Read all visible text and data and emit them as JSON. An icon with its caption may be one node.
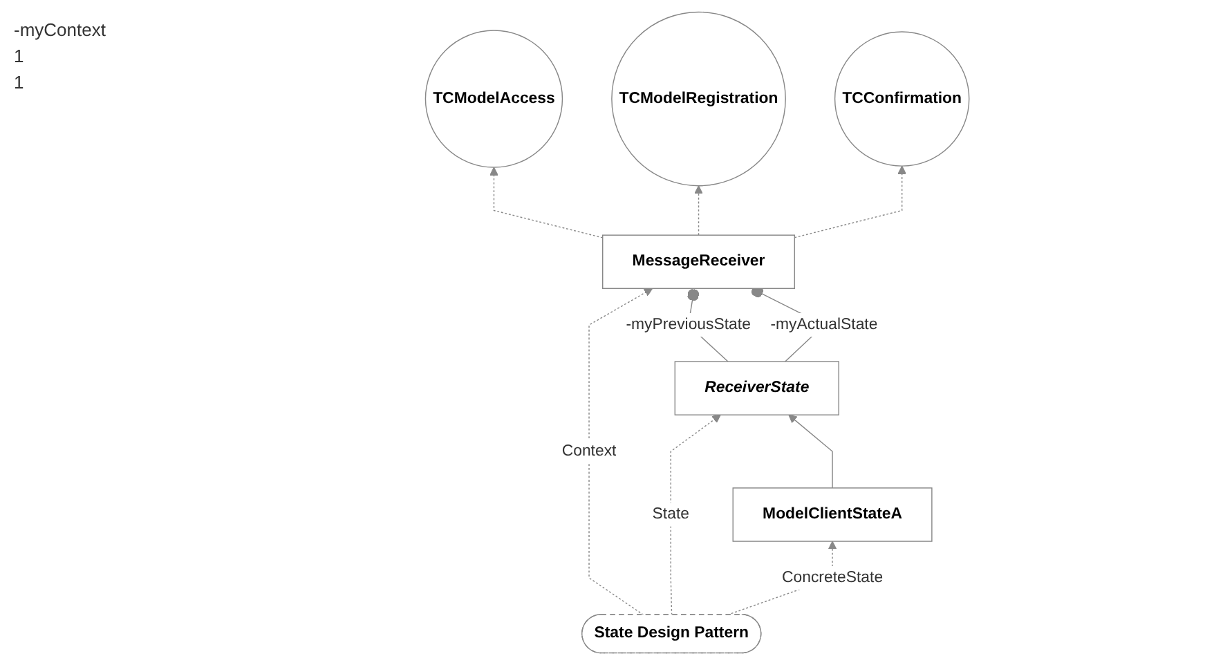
{
  "diagram": {
    "nodes": [
      {
        "text": [
          "TCModelAccess"
        ]
      },
      {
        "text": [
          "TCModelRegistration"
        ]
      },
      {
        "text": [
          "TCConfirmation"
        ]
      },
      {
        "text": [
          "MessageReceiver"
        ]
      },
      {
        "text": [
          "State Design Pattern"
        ]
      },
      {
        "text": [
          "ReceiverState"
        ]
      },
      {
        "text": [
          "ModelClientStateA"
        ]
      }
    ],
    "edges": [
      {
        "from": 3,
        "to": 0,
        "arrow": "to",
        "style": "dashed"
      },
      {
        "from": 3,
        "to": 1,
        "arrow": "to",
        "style": "dashed"
      },
      {
        "from": 3,
        "to": 2,
        "arrow": "to",
        "style": "dashed"
      },
      {
        "from": 4,
        "to": 3,
        "arrow": "to",
        "style": "dashed",
        "label": "Context"
      },
      {
        "from": 4,
        "to": 5,
        "arrow": "to",
        "style": "dashed",
        "label": "State"
      },
      {
        "from": 4,
        "to": 6,
        "arrow": "to",
        "style": "dashed",
        "label": "ConcreteState"
      },
      {
        "from": 3,
        "to": 5,
        "arrow": "other",
        "label": "-myPreviousState"
      },
      {
        "from": 3,
        "to": 5,
        "arrow": "other",
        "label": "-myActualState"
      },
      {
        "from": 6,
        "to": 5,
        "arrow": "to"
      }
    ],
    "labels": [
      "-myContext",
      "1",
      "1"
    ]
  }
}
